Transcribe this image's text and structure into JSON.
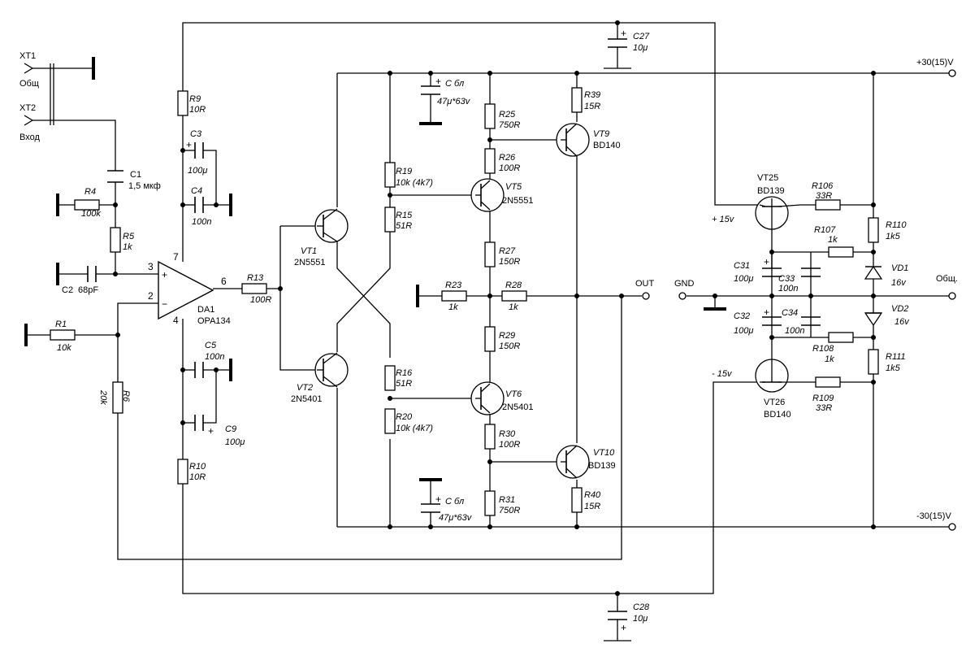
{
  "inputs": {
    "xt1": "XT1",
    "xt1_sub": "Общ",
    "xt2": "XT2",
    "xt2_sub": "Вход"
  },
  "rails": {
    "pos": "+30(15)V",
    "neg": "-30(15)V",
    "out": "OUT",
    "gnd": "GND",
    "common": "Общ.",
    "p15": "+ 15v",
    "m15": "- 15v"
  },
  "opamp": {
    "ref": "DA1",
    "value": "OPA134",
    "pin_plus": "+",
    "pin_minus": "−",
    "pin3": "3",
    "pin2": "2",
    "pin7": "7",
    "pin4": "4",
    "pin6": "6"
  },
  "polarity_plus": "+",
  "resistors": {
    "R1": {
      "ref": "R1",
      "value": "10k"
    },
    "R4": {
      "ref": "R4",
      "value": "100k"
    },
    "R5": {
      "ref": "R5",
      "value": "1k"
    },
    "R6": {
      "ref": "R6",
      "value": "20k"
    },
    "R9": {
      "ref": "R9",
      "value": "10R"
    },
    "R10": {
      "ref": "R10",
      "value": "10R"
    },
    "R13": {
      "ref": "R13",
      "value": "100R"
    },
    "R15": {
      "ref": "R15",
      "value": "51R"
    },
    "R16": {
      "ref": "R16",
      "value": "51R"
    },
    "R19": {
      "ref": "R19",
      "value": "10k (4k7)"
    },
    "R20": {
      "ref": "R20",
      "value": "10k (4k7)"
    },
    "R23": {
      "ref": "R23",
      "value": "1k"
    },
    "R25": {
      "ref": "R25",
      "value": "750R"
    },
    "R26": {
      "ref": "R26",
      "value": "100R"
    },
    "R27": {
      "ref": "R27",
      "value": "150R"
    },
    "R28": {
      "ref": "R28",
      "value": "1k"
    },
    "R29": {
      "ref": "R29",
      "value": "150R"
    },
    "R30": {
      "ref": "R30",
      "value": "100R"
    },
    "R31": {
      "ref": "R31",
      "value": "750R"
    },
    "R39": {
      "ref": "R39",
      "value": "15R"
    },
    "R40": {
      "ref": "R40",
      "value": "15R"
    },
    "R106": {
      "ref": "R106",
      "value": "33R"
    },
    "R107": {
      "ref": "R107",
      "value": "1k"
    },
    "R108": {
      "ref": "R108",
      "value": "1k"
    },
    "R109": {
      "ref": "R109",
      "value": "33R"
    },
    "R110": {
      "ref": "R110",
      "value": "1k5"
    },
    "R111": {
      "ref": "R111",
      "value": "1k5"
    }
  },
  "capacitors": {
    "C1": {
      "ref": "C1",
      "value": "1,5 мкф"
    },
    "C2": {
      "ref": "C2",
      "value": "68pF"
    },
    "C3": {
      "ref": "C3",
      "value": "100μ"
    },
    "C4": {
      "ref": "C4",
      "value": "100n"
    },
    "C5": {
      "ref": "C5",
      "value": "100n"
    },
    "C9": {
      "ref": "C9",
      "value": "100μ"
    },
    "C27": {
      "ref": "C27",
      "value": "10μ"
    },
    "C28": {
      "ref": "C28",
      "value": "10μ"
    },
    "C31": {
      "ref": "C31",
      "value": "100μ"
    },
    "C32": {
      "ref": "C32",
      "value": "100μ"
    },
    "C33": {
      "ref": "C33",
      "value": "100n"
    },
    "C34": {
      "ref": "C34",
      "value": "100n"
    },
    "CB1": {
      "ref": "С бл",
      "value": "47μ*63v"
    },
    "CB2": {
      "ref": "С бл",
      "value": "47μ*63v"
    }
  },
  "transistors": {
    "VT1": {
      "ref": "VT1",
      "value": "2N5551"
    },
    "VT2": {
      "ref": "VT2",
      "value": "2N5401"
    },
    "VT5": {
      "ref": "VT5",
      "value": "2N5551"
    },
    "VT6": {
      "ref": "VT6",
      "value": "2N5401"
    },
    "VT9": {
      "ref": "VT9",
      "value": "BD140"
    },
    "VT10": {
      "ref": "VT10",
      "value": "BD139"
    },
    "VT25": {
      "ref": "VT25",
      "value": "BD139"
    },
    "VT26": {
      "ref": "VT26",
      "value": "BD140"
    }
  },
  "diodes": {
    "VD1": {
      "ref": "VD1",
      "value": "16v"
    },
    "VD2": {
      "ref": "VD2",
      "value": "16v"
    }
  }
}
